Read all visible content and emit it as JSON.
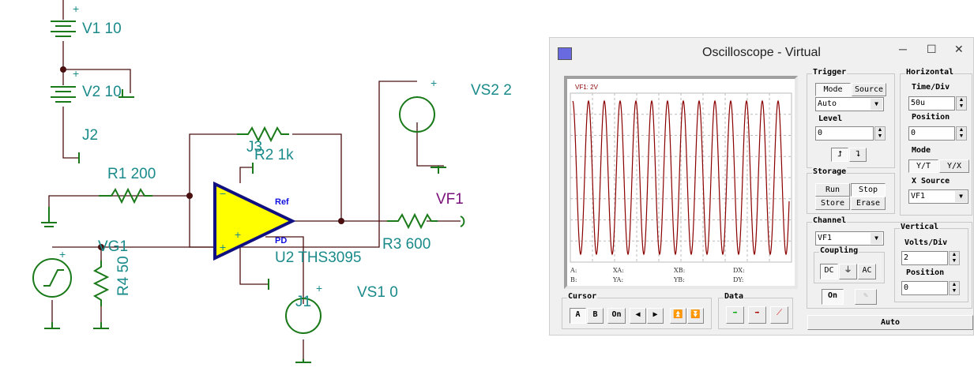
{
  "schematic": {
    "labels": {
      "v1": "V1 10",
      "v2": "V2 10",
      "j2": "J2",
      "r1": "R1 200",
      "j3": "J3",
      "r2": "R2 1k",
      "vs2": "VS2 2",
      "vf1": "VF1",
      "r3": "R3 600",
      "vg1": "VG1",
      "r4": "R4 50",
      "u2": "U2 THS3095",
      "j1": "J1",
      "vs1": "VS1 0",
      "ref": "Ref",
      "pd": "PD"
    }
  },
  "oscilloscope": {
    "title": "Oscilloscope - Virtual",
    "window_buttons": {
      "minimize": "─",
      "maximize": "☐",
      "close": "✕"
    },
    "screen": {
      "channel_label": "VF1: 2V",
      "trace_color": "#8b0000",
      "readouts": [
        "A:",
        "XA:",
        "XB:",
        "DX:",
        "B:",
        "YA:",
        "YB:",
        "DY:"
      ]
    },
    "trigger": {
      "title": "Trigger",
      "mode": "Mode",
      "source": "Source",
      "mode_value": "Auto",
      "level_label": "Level",
      "level_value": "0",
      "rising": "rising-edge-icon",
      "falling": "falling-edge-icon"
    },
    "storage": {
      "title": "Storage",
      "run": "Run",
      "stop": "Stop",
      "store": "Store",
      "erase": "Erase"
    },
    "horizontal": {
      "title": "Horizontal",
      "time_div_label": "Time/Div",
      "time_div": "50u",
      "position_label": "Position",
      "position": "0",
      "mode_label": "Mode",
      "yt": "Y/T",
      "yx": "Y/X",
      "xsource_label": "X Source",
      "xsource": "VF1"
    },
    "channel": {
      "title": "Channel",
      "value": "VF1",
      "coupling_title": "Coupling",
      "dc": "DC",
      "ac": "AC",
      "on": "On"
    },
    "vertical": {
      "title": "Vertical",
      "volts_div_label": "Volts/Div",
      "volts_div": "2",
      "position_label": "Position",
      "position": "0"
    },
    "cursor": {
      "title": "Cursor",
      "a": "A",
      "b": "B",
      "on": "On"
    },
    "data": {
      "title": "Data"
    },
    "auto": "Auto"
  }
}
